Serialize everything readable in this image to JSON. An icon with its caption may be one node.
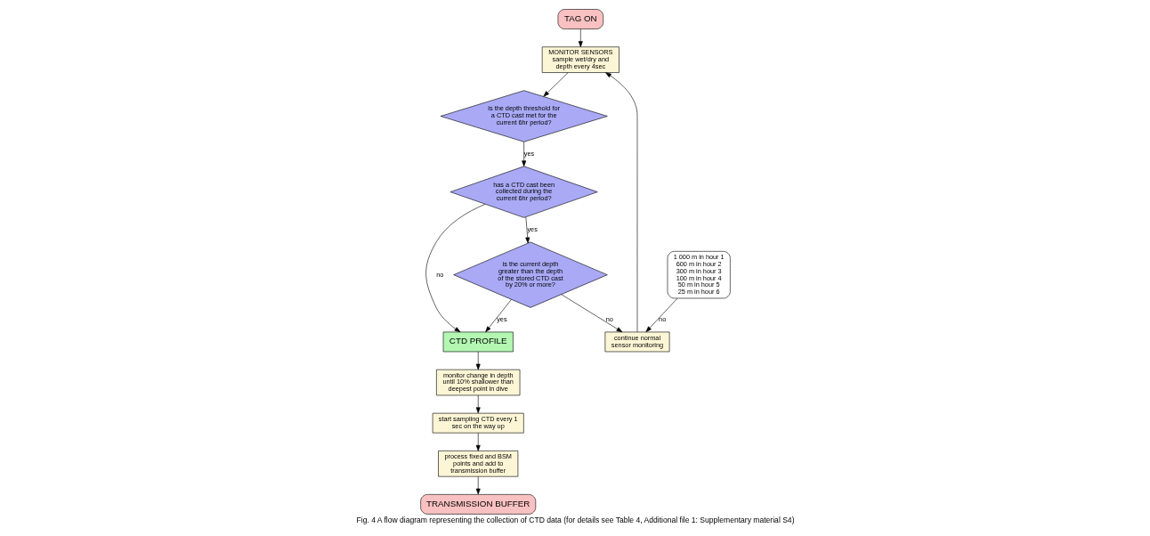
{
  "diagram": {
    "caption": "Fig. 4 A flow diagram representing the collection of CTD data (for details see Table 4, Additional file 1: Supplementary material S4)",
    "nodes": [
      {
        "text": [
          "TAG ON"
        ]
      },
      {
        "text": [
          "MONITOR SENSORS",
          "sample wet/dry and depth every 4sec"
        ]
      },
      {
        "text": [
          "is the depth threshold for a CTD cast met for the current 6hr period?"
        ]
      },
      {
        "text": [
          "1 000 m in hour 1",
          "600 m in hour 2",
          "300 m in hour 3",
          "100 m in hour 4",
          "50 m in hour 5",
          "25 m in hour 6"
        ]
      },
      {
        "text": [
          "has a CTD cast been collected during the current 6hr period?"
        ]
      },
      {
        "text": [
          "CTD PROFILE"
        ]
      },
      {
        "text": [
          "is the current depth greater than the depth of the stored CTD cast by 20% or more?"
        ]
      },
      {
        "text": [
          "continue normal sensor monitoring"
        ]
      },
      {
        "text": [
          "monitor change in depth until 10% shallower than deepest point in dive"
        ]
      },
      {
        "text": [
          "start sampling CTD every 1 sec on the way up"
        ]
      },
      {
        "text": [
          "process fixed and BSM points and add to transmission buffer"
        ]
      },
      {
        "text": [
          "TRANSMISSION BUFFER"
        ]
      }
    ],
    "edges": [
      {
        "from": 0,
        "to": 1,
        "arrow": "to"
      },
      {
        "from": 1,
        "to": 2,
        "arrow": "to"
      },
      {
        "from": 2,
        "to": 4,
        "arrow": "to",
        "label": "yes"
      },
      {
        "from": 4,
        "to": 5,
        "arrow": "to",
        "label": "no"
      },
      {
        "from": 4,
        "to": 6,
        "arrow": "to",
        "label": "yes"
      },
      {
        "from": 6,
        "to": 5,
        "arrow": "to",
        "label": "yes"
      },
      {
        "from": 6,
        "to": 7,
        "arrow": "to",
        "label": "no"
      },
      {
        "from": 3,
        "to": 7,
        "arrow": "to",
        "label": "no"
      },
      {
        "from": 7,
        "to": 1,
        "arrow": "to"
      },
      {
        "from": 5,
        "to": 8,
        "arrow": "to"
      },
      {
        "from": 8,
        "to": 9,
        "arrow": "to"
      },
      {
        "from": 9,
        "to": 10,
        "arrow": "to"
      },
      {
        "from": 10,
        "to": 11,
        "arrow": "to"
      }
    ]
  }
}
